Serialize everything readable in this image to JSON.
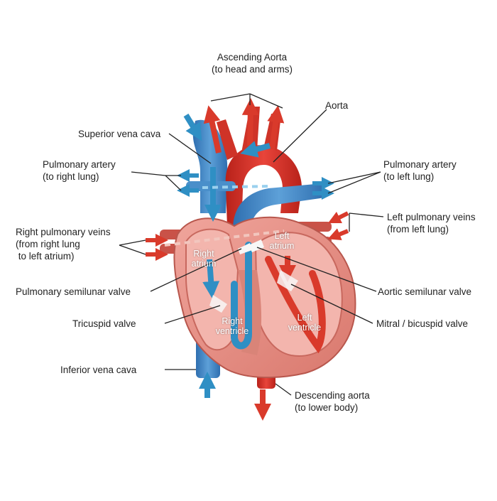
{
  "labels": {
    "ascending_aorta": [
      "Ascending Aorta",
      "(to head and arms)"
    ],
    "aorta": [
      "Aorta"
    ],
    "superior_vena_cava": [
      "Superior vena cava"
    ],
    "pulmonary_artery_right": [
      "Pulmonary artery",
      "(to right lung)"
    ],
    "pulmonary_artery_left": [
      "Pulmonary artery",
      "(to left lung)"
    ],
    "left_pulmonary_veins": [
      "Left pulmonary veins",
      "(from left lung)"
    ],
    "right_pulmonary_veins": [
      "Right pulmonary veins",
      "(from right lung",
      " to left atrium)"
    ],
    "pulmonary_semilunar_valve": [
      "Pulmonary semilunar valve"
    ],
    "aortic_semilunar_valve": [
      "Aortic semilunar valve"
    ],
    "tricuspid_valve": [
      "Tricuspid valve"
    ],
    "mitral_valve": [
      "Mitral / bicuspid valve"
    ],
    "inferior_vena_cava": [
      "Inferior vena cava"
    ],
    "descending_aorta": [
      "Descending aorta",
      "(to lower body)"
    ]
  },
  "chambers": {
    "right_atrium": [
      "Right",
      "atrium"
    ],
    "left_atrium": [
      "Left",
      "atrium"
    ],
    "right_ventricle": [
      "Right",
      "ventricle"
    ],
    "left_ventricle": [
      "Left",
      "ventricle"
    ]
  },
  "colors": {
    "oxygenated": "#d93a2b",
    "deoxygenated": "#2f8fc4",
    "muscle": "#e58a80",
    "muscle_dark": "#b9534a",
    "vein_blue": "#3d83c2",
    "line": "#222222"
  }
}
